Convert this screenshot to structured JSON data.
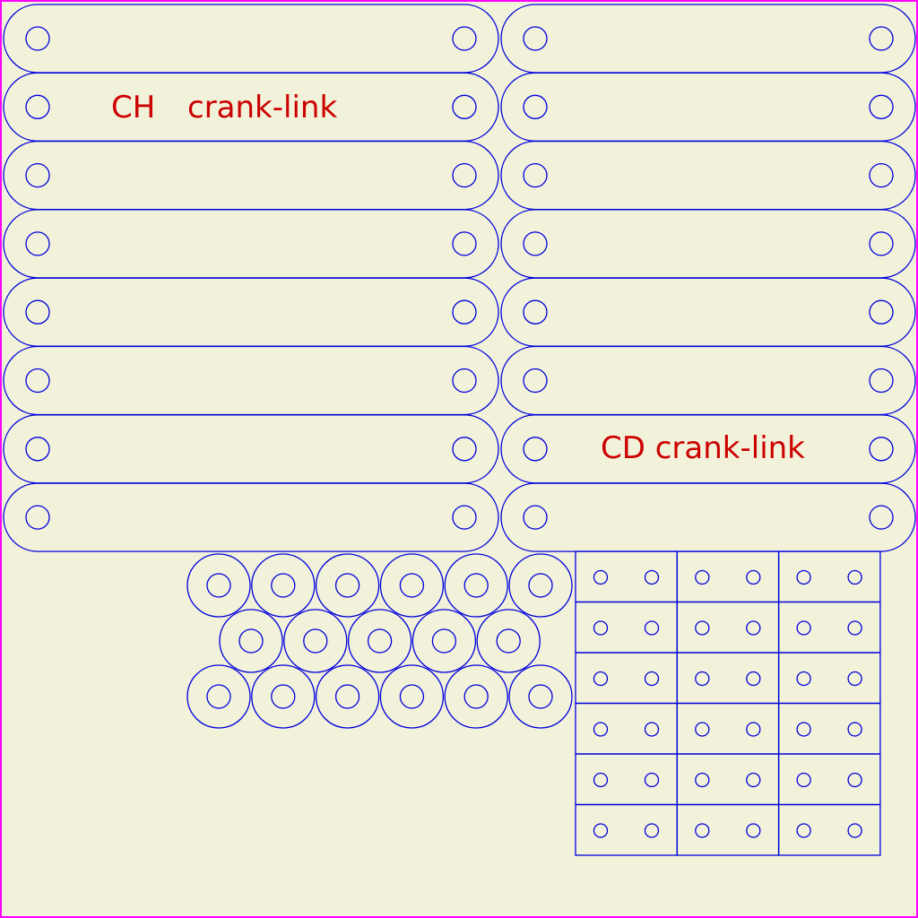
{
  "colors": {
    "background": "#f2f2da",
    "border": "#ff00ff",
    "outline": "#0000dd",
    "label": "#cc0000"
  },
  "labels": {
    "ch_code": "CH",
    "ch_name": "crank-link",
    "cd_label": "CD crank-link"
  },
  "parts": {
    "ch_crank_link_count": 8,
    "cd_crank_link_count": 8,
    "washer_rows": [
      6,
      5,
      6
    ],
    "plate_grid": {
      "columns": 3,
      "rows": 6
    }
  }
}
